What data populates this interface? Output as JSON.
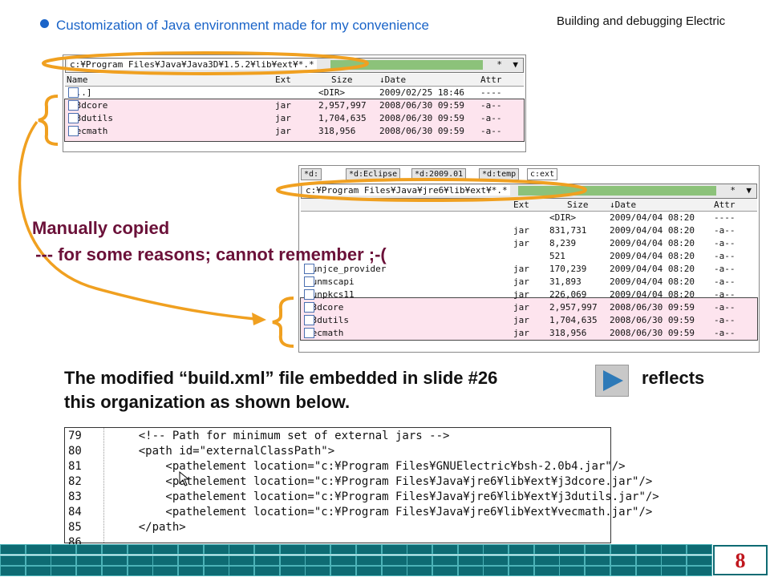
{
  "header": {
    "title": "Building and debugging Electric"
  },
  "bullet": {
    "text": "Customization of Java environment made for my convenience"
  },
  "fm_top": {
    "path": "c:¥Program Files¥Java¥Java3D¥1.5.2¥lib¥ext¥*.*",
    "ctl_star": "*",
    "ctl_dropdown": "▼",
    "columns": {
      "name": "Name",
      "ext": "Ext",
      "size": "Size",
      "date": "↓Date",
      "attr": "Attr"
    },
    "rows": [
      {
        "name": "[..]",
        "ext": "",
        "size": "<DIR>",
        "date": "2009/02/25 18:46",
        "attr": "----"
      },
      {
        "name": "j3dcore",
        "ext": "jar",
        "size": "2,957,997",
        "date": "2008/06/30 09:59",
        "attr": "-a--"
      },
      {
        "name": "j3dutils",
        "ext": "jar",
        "size": "1,704,635",
        "date": "2008/06/30 09:59",
        "attr": "-a--"
      },
      {
        "name": "vecmath",
        "ext": "jar",
        "size": "318,956",
        "date": "2008/06/30 09:59",
        "attr": "-a--"
      }
    ]
  },
  "fm_bottom": {
    "tabs": [
      "*d:",
      "*d:Eclipse",
      "*d:2009.01",
      "*d:temp",
      "c:ext"
    ],
    "path": "c:¥Program Files¥Java¥jre6¥lib¥ext¥*.*",
    "ctl_star": "*",
    "ctl_dropdown": "▼",
    "columns": {
      "ext": "Ext",
      "size": "Size",
      "date": "↓Date",
      "attr": "Attr"
    },
    "rows": [
      {
        "name": "",
        "ext": "",
        "size": "<DIR>",
        "date": "2009/04/04 08:20",
        "attr": "----"
      },
      {
        "name": "",
        "ext": "jar",
        "size": "831,731",
        "date": "2009/04/04 08:20",
        "attr": "-a--"
      },
      {
        "name": "",
        "ext": "jar",
        "size": "8,239",
        "date": "2009/04/04 08:20",
        "attr": "-a--"
      },
      {
        "name": "",
        "ext": "",
        "size": "521",
        "date": "2009/04/04 08:20",
        "attr": "-a--"
      },
      {
        "name": "sunjce_provider",
        "ext": "jar",
        "size": "170,239",
        "date": "2009/04/04 08:20",
        "attr": "-a--"
      },
      {
        "name": "sunmscapi",
        "ext": "jar",
        "size": "31,893",
        "date": "2009/04/04 08:20",
        "attr": "-a--"
      },
      {
        "name": "sunpkcs11",
        "ext": "jar",
        "size": "226,069",
        "date": "2009/04/04 08:20",
        "attr": "-a--"
      },
      {
        "name": "j3dcore",
        "ext": "jar",
        "size": "2,957,997",
        "date": "2008/06/30 09:59",
        "attr": "-a--"
      },
      {
        "name": "j3dutils",
        "ext": "jar",
        "size": "1,704,635",
        "date": "2008/06/30 09:59",
        "attr": "-a--"
      },
      {
        "name": "vecmath",
        "ext": "jar",
        "size": "318,956",
        "date": "2008/06/30 09:59",
        "attr": "-a--"
      }
    ]
  },
  "annotation": {
    "line1": "Manually copied",
    "line2": " --- for some reasons; cannot remember ;-("
  },
  "paragraph": {
    "part1": "The modified “build.xml” file embedded in slide #26",
    "part2": "reflects",
    "line2": "this organization as shown below."
  },
  "code": {
    "lines": [
      {
        "num": "79",
        "text": "    <!-- Path for minimum set of external jars -->"
      },
      {
        "num": "80",
        "text": "    <path id=\"externalClassPath\">"
      },
      {
        "num": "81",
        "text": "        <pathelement location=\"c:¥Program Files¥GNUElectric¥bsh-2.0b4.jar\"/>"
      },
      {
        "num": "82",
        "text": "        <pathelement location=\"c:¥Program Files¥Java¥jre6¥lib¥ext¥j3dcore.jar\"/>"
      },
      {
        "num": "83",
        "text": "        <pathelement location=\"c:¥Program Files¥Java¥jre6¥lib¥ext¥j3dutils.jar\"/>"
      },
      {
        "num": "84",
        "text": "        <pathelement location=\"c:¥Program Files¥Java¥jre6¥lib¥ext¥vecmath.jar\"/>"
      },
      {
        "num": "85",
        "text": "    </path>"
      },
      {
        "num": "86",
        "text": ""
      }
    ]
  },
  "footer": {
    "page_number": "8"
  },
  "colors": {
    "accent_orange": "#f0a020",
    "bullet_blue": "#1a64c8",
    "annotation_maroon": "#6b1139",
    "footer_teal": "#0e6b73",
    "page_red": "#c0171e"
  }
}
